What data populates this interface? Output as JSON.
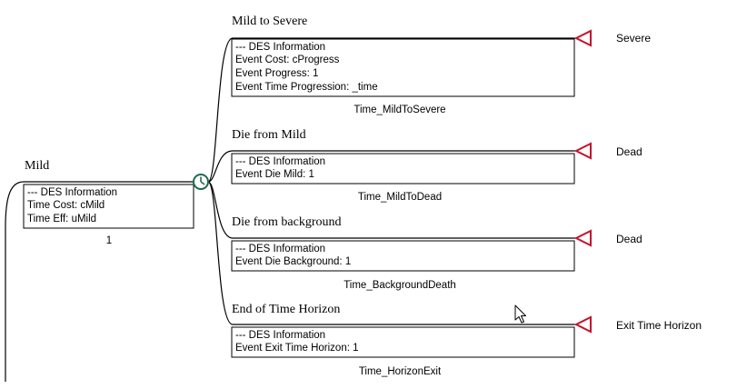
{
  "root": {
    "title": "Mild",
    "info": [
      "--- DES Information",
      "Time Cost: cMild",
      "Time Eff: uMild"
    ],
    "probability": "1"
  },
  "branches": [
    {
      "title": "Mild to Severe",
      "info": [
        "--- DES Information",
        "Event Cost: cProgress",
        "Event Progress: 1",
        "Event Time Progression: _time"
      ],
      "time_label": "Time_MildToSevere",
      "terminal": "Severe"
    },
    {
      "title": "Die from Mild",
      "info": [
        "--- DES Information",
        "Event Die Mild: 1"
      ],
      "time_label": "Time_MildToDead",
      "terminal": "Dead"
    },
    {
      "title": "Die from background",
      "info": [
        "--- DES Information",
        "Event Die Background: 1"
      ],
      "time_label": "Time_BackgroundDeath",
      "terminal": "Dead"
    },
    {
      "title": "End of Time Horizon",
      "info": [
        "--- DES Information",
        "Event Exit Time Horizon: 1"
      ],
      "time_label": "Time_HorizonExit",
      "terminal": "Exit Time Horizon"
    }
  ],
  "colors": {
    "line": "#000000",
    "clock_node": "#1f6b4f",
    "terminal_node": "#c4142d"
  },
  "icons": {
    "event_node": "clock-icon",
    "terminal_node": "triangle-terminal-icon",
    "cursor": "mouse-pointer-icon"
  }
}
